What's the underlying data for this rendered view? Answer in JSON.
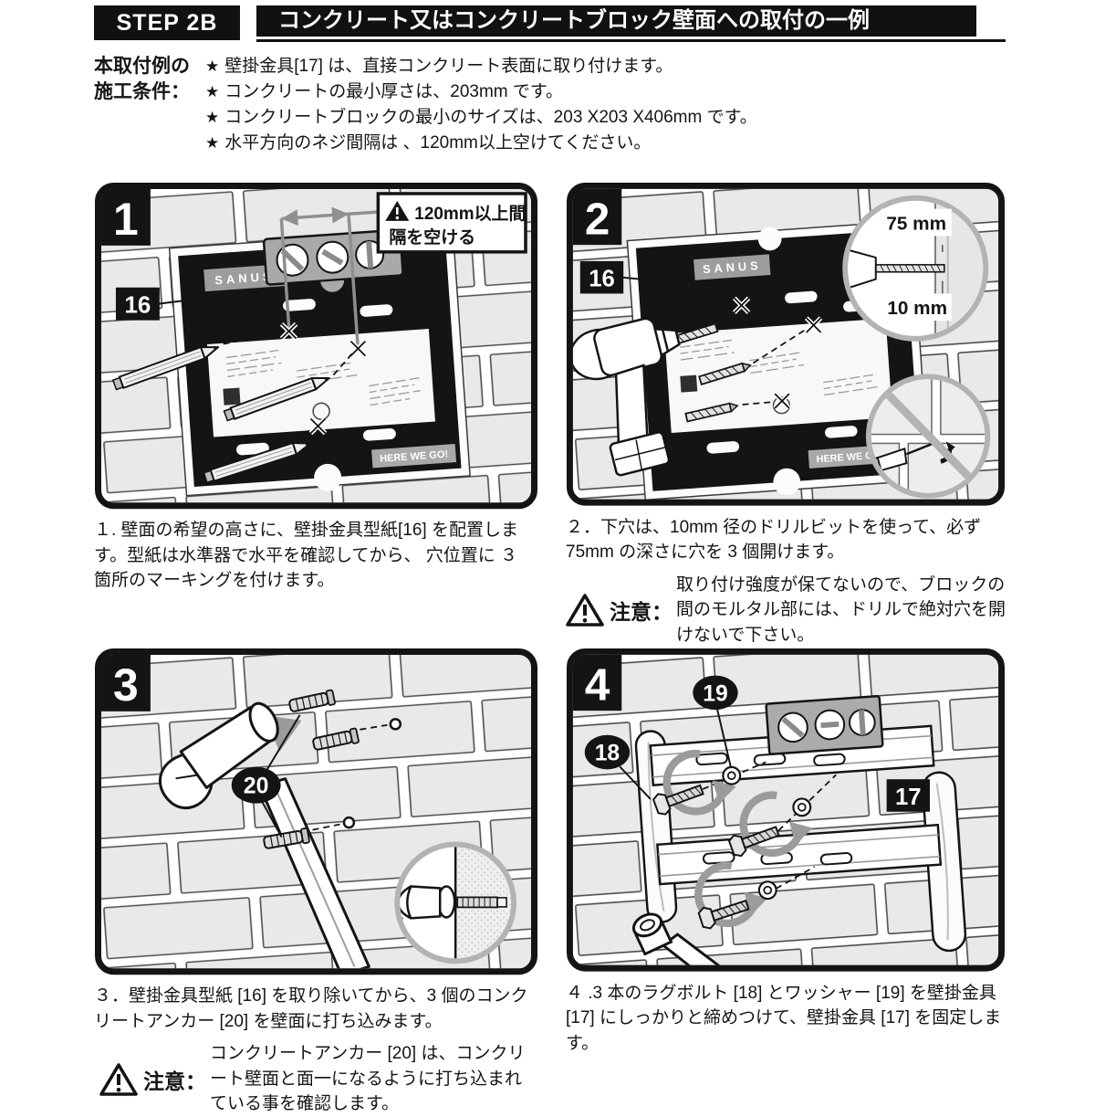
{
  "header": {
    "step": "STEP 2B",
    "title": "コンクリート又はコンクリートブロック壁面への取付の一例"
  },
  "conditions": {
    "label1": "本取付例の",
    "label2": "施工条件：",
    "bullet": "★",
    "items": [
      "壁掛金具[17] は、直接コンクリート表面に取り付けます。",
      "コンクリートの最小厚さは、203mm です。",
      "コンクリートブロックの最小のサイズは、203 X203 X406mm です。",
      "水平方向のネジ間隔は 、120mm以上空けてください。"
    ]
  },
  "panel1": {
    "num": "1",
    "part_label": "16",
    "callout_line1": "120mm以上間",
    "callout_line2": "隔を空ける",
    "brand": "SANUS",
    "tag": "HERE WE GO!",
    "caption": "１. 壁面の希望の高さに、壁掛金具型紙[16] を配置します。型紙は水準器で水平を確認してから、 穴位置に ３ 箇所のマーキングを付けます。"
  },
  "panel2": {
    "num": "2",
    "part_label": "16",
    "depth_label": "75 mm",
    "bit_label": "10 mm",
    "brand": "SANUS",
    "tag": "HERE WE GO!",
    "caption": "２．下穴は、10mm 径のドリルビットを使って、必ず 75mm の深さに穴を 3 個開けます。",
    "warning_title": "注意：",
    "warning_text": "取り付け強度が保てないので、ブロックの間のモルタル部には、ドリルで絶対穴を開けないで下さい。"
  },
  "panel3": {
    "num": "3",
    "part_label": "20",
    "caption": "３．壁掛金具型紙 [16] を取り除いてから、3 個のコンクリートアンカー [20] を壁面に打ち込みます。",
    "warning_title": "注意：",
    "warning_text": "コンクリートアンカー [20] は、コンクリート壁面と面一になるように打ち込まれている事を確認します。"
  },
  "panel4": {
    "num": "4",
    "part_label_17": "17",
    "part_label_18": "18",
    "part_label_19": "19",
    "caption": "４ .3 本のラグボルト [18] とワッシャー [19] を壁掛金具 [17] にしっかりと締めつけて、壁掛金具 [17] を固定します。"
  }
}
